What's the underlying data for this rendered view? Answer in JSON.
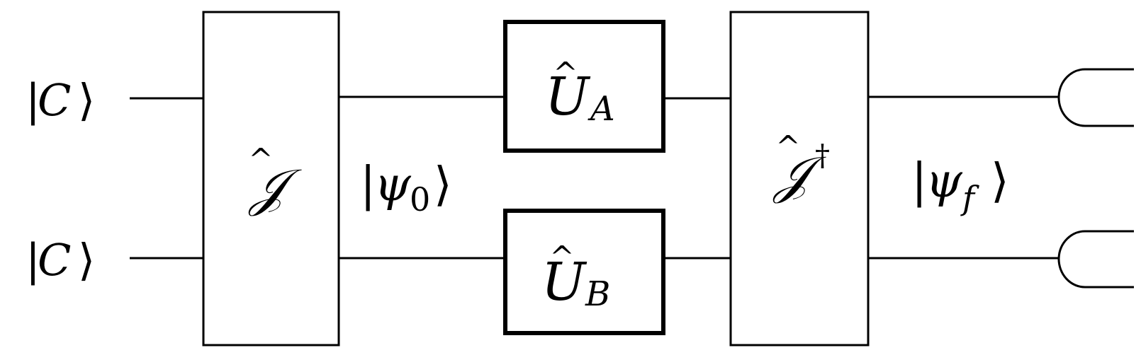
{
  "inputs": {
    "top": {
      "bra": "|",
      "symbol": "C",
      "ket": "⟩"
    },
    "bottom": {
      "bra": "|",
      "symbol": "C",
      "ket": "⟩"
    }
  },
  "gates": {
    "entangler": {
      "symbol": "𝒥",
      "hat": "^",
      "dagger": ""
    },
    "unitary_a": {
      "symbol": "U",
      "hat": "^",
      "subscript": "A"
    },
    "unitary_b": {
      "symbol": "U",
      "hat": "^",
      "subscript": "B"
    },
    "disentangler": {
      "symbol": "𝒥",
      "hat": "^",
      "dagger": "†"
    }
  },
  "states": {
    "initial": {
      "bra": "|",
      "symbol": "ψ",
      "subscript": "0",
      "ket": "⟩"
    },
    "final": {
      "bra": "|",
      "symbol": "ψ",
      "subscript": "f",
      "ket": "⟩"
    }
  }
}
